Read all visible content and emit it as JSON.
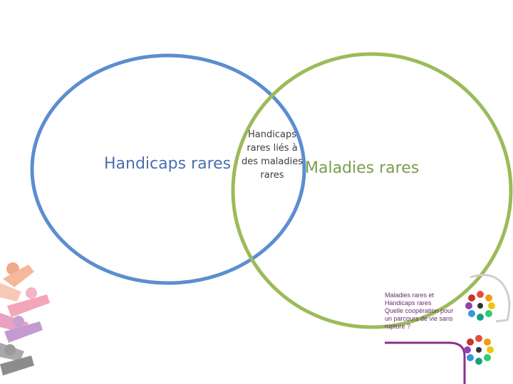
{
  "venn": {
    "left_label": "Handicaps rares",
    "center_label": "Handicaps rares liés à des maladies rares",
    "right_label": "Maladies rares",
    "left_color": "#5b8ed0",
    "right_color": "#9bbb59"
  },
  "logo": {
    "lines": [
      "Maladies rares et",
      "Handicaps rares",
      "Quelle coopération pour",
      "un parcours de vie sans",
      "rupture ?"
    ],
    "accent": "#8b2f8b"
  }
}
